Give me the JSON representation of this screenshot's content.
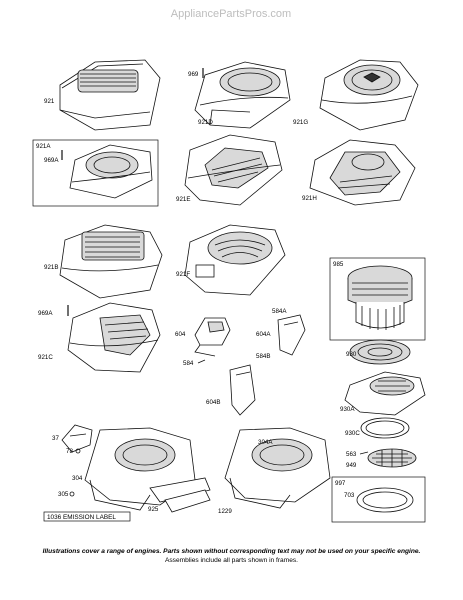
{
  "site_name": "AppliancePartsPros.com",
  "labels": {
    "l921": "921",
    "l969": "969",
    "l921D": "921D",
    "l921G": "921G",
    "l921A": "921A",
    "l969A": "969A",
    "l921E": "921E",
    "l921H": "921H",
    "l921B": "921B",
    "l921F": "921F",
    "l985": "985",
    "l969A2": "969A",
    "l921C": "921C",
    "l604": "604",
    "l584A": "584A",
    "l604A": "604A",
    "l584B": "584B",
    "l584": "584",
    "l604B": "604B",
    "l930": "930",
    "l930A": "930A",
    "l930C": "930C",
    "l563": "563",
    "l949": "949",
    "l997": "997",
    "l703": "703",
    "l37": "37",
    "l78": "78",
    "l304": "304",
    "l305": "305",
    "l925": "925",
    "l304A": "304A",
    "l1229": "1229"
  },
  "emission_label": "1036 EMISSION LABEL",
  "footnote_line1": "Illustrations cover a range of engines. Parts shown without corresponding text may not be used on your specific engine.",
  "footnote_line2": "Assemblies include all parts shown in frames."
}
